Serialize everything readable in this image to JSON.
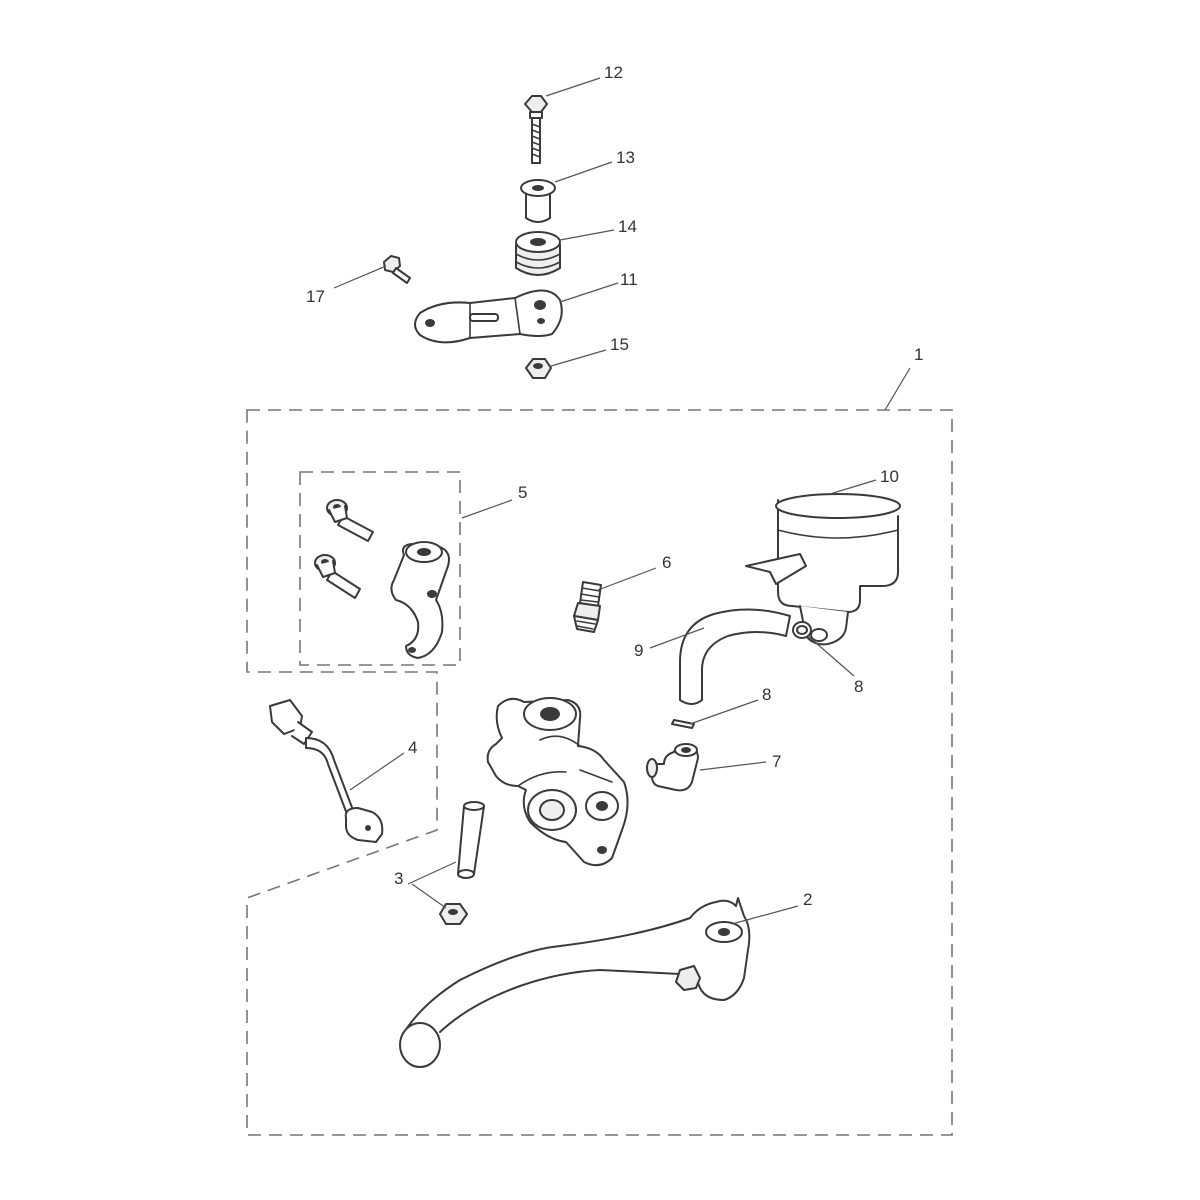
{
  "diagram": {
    "callouts": {
      "c1": "1",
      "c2": "2",
      "c3": "3",
      "c4": "4",
      "c5": "5",
      "c6": "6",
      "c7": "7",
      "c8a": "8",
      "c8b": "8",
      "c9": "9",
      "c10": "10",
      "c11": "11",
      "c12": "12",
      "c13": "13",
      "c14": "14",
      "c15": "15",
      "c17": "17"
    },
    "line_color": "#3a3a3a",
    "boundary_color": "#777777"
  }
}
